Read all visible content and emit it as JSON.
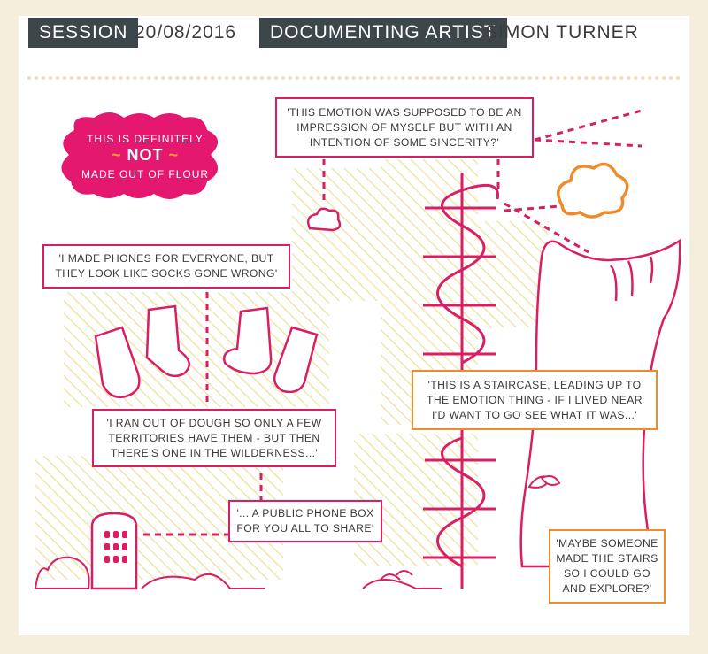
{
  "header": {
    "session_label": "SESSION",
    "date": "20/08/2016",
    "role_label": "DOCUMENTING ARTIST",
    "artist": "SIMON TURNER"
  },
  "cloud": {
    "line1": "THIS IS DEFINITELY",
    "emphasis": "NOT",
    "line2": "MADE OUT OF FLOUR"
  },
  "quotes": {
    "emotion": "'THIS EMOTION WAS SUPPOSED TO BE AN IMPRESSION OF MYSELF BUT WITH AN INTENTION OF SOME SINCERITY?'",
    "phones": "'I MADE PHONES FOR EVERYONE, BUT THEY LOOK LIKE SOCKS GONE WRONG'",
    "staircase": "'THIS IS A STAIRCASE, LEADING UP TO THE EMOTION THING - IF I LIVED NEAR I'D WANT TO GO SEE WHAT IT WAS...'",
    "dough": "'I RAN OUT OF DOUGH SO ONLY A FEW TERRITORIES HAVE THEM - BUT THEN THERE'S ONE IN THE WILDERNESS...'",
    "phonebox": "'... A PUBLIC PHONE BOX FOR YOU ALL TO SHARE'",
    "explore": "'MAYBE SOMEONE MADE THE STAIRS SO I COULD GO AND EXPLORE?'"
  },
  "colors": {
    "pink": "#d91e63",
    "orange": "#f08b2a",
    "header_bg": "#3d464a",
    "hatch": "#efe6a8"
  }
}
